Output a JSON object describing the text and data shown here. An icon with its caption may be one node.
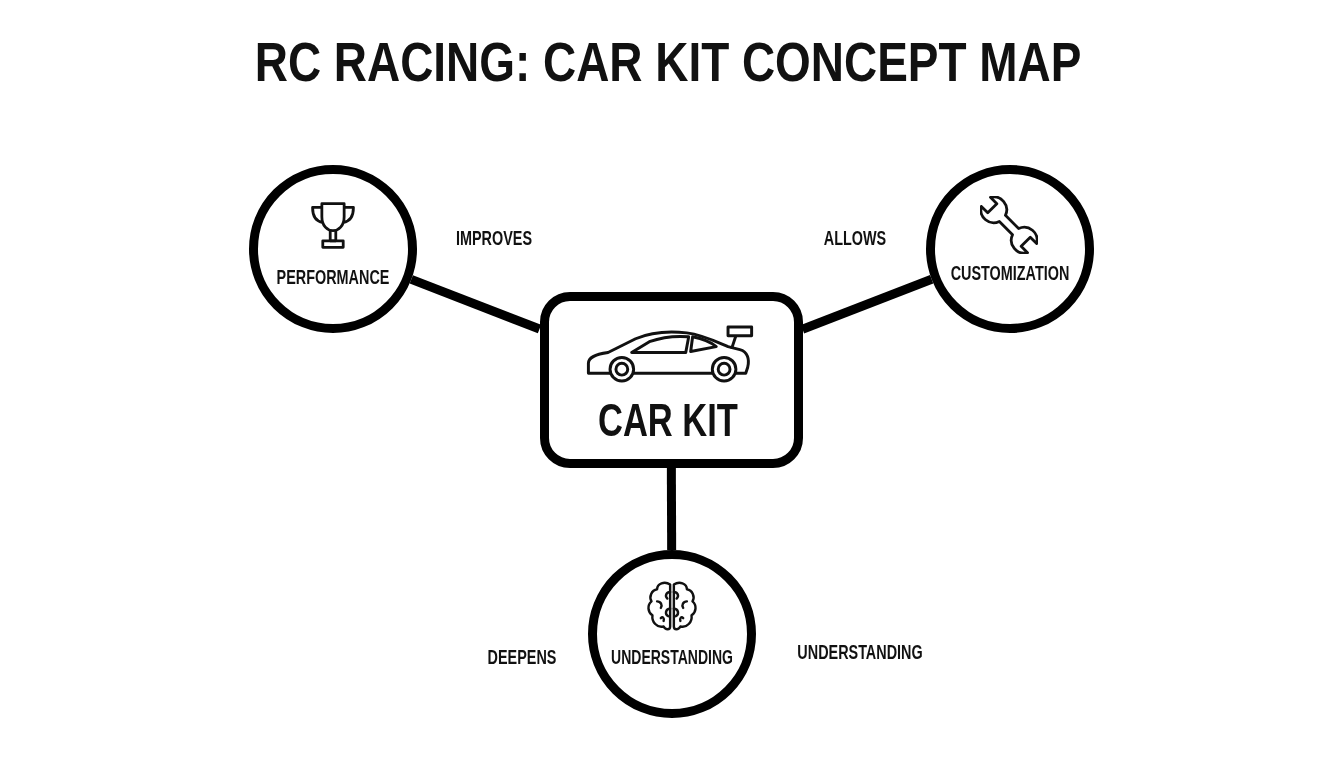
{
  "diagram": {
    "title": "RC RACING: CAR KIT CONCEPT MAP",
    "nodes": [
      {
        "text": [
          "PERFORMANCE"
        ]
      },
      {
        "text": [
          "CUSTOMIZATION"
        ]
      },
      {
        "text": [
          "CAR KIT"
        ]
      },
      {
        "text": [
          "UNDERSTANDING"
        ]
      }
    ],
    "edges": [
      {
        "from": 2,
        "to": 0,
        "arrow": "none",
        "label": "IMPROVES"
      },
      {
        "from": 2,
        "to": 1,
        "arrow": "none",
        "label": "ALLOWS"
      },
      {
        "from": 2,
        "to": 3,
        "arrow": "none"
      }
    ],
    "labels": [
      "DEEPENS",
      "UNDERSTANDING"
    ]
  }
}
